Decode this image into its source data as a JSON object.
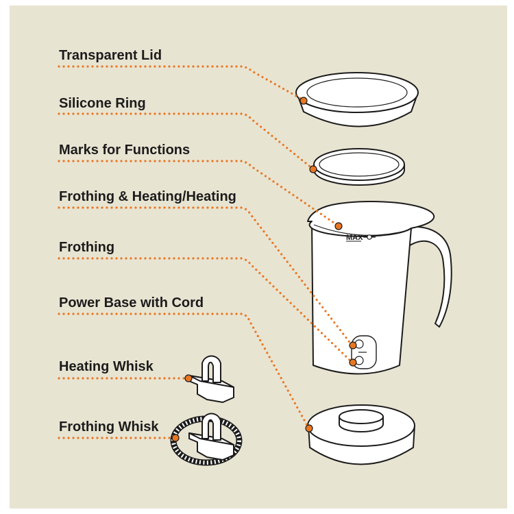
{
  "colors": {
    "background": "#e8e4d2",
    "leader": "#e87722",
    "outline": "#1b1b1b",
    "part_fill": "#ffffff"
  },
  "labels": {
    "transparent_lid": "Transparent Lid",
    "silicone_ring": "Silicone Ring",
    "marks_for_functions": "Marks for Functions",
    "frothing_heating": "Frothing & Heating/Heating",
    "frothing": "Frothing",
    "power_base": "Power Base with Cord",
    "heating_whisk": "Heating Whisk",
    "frothing_whisk": "Frothing Whisk"
  },
  "jug_mark": "MAX"
}
